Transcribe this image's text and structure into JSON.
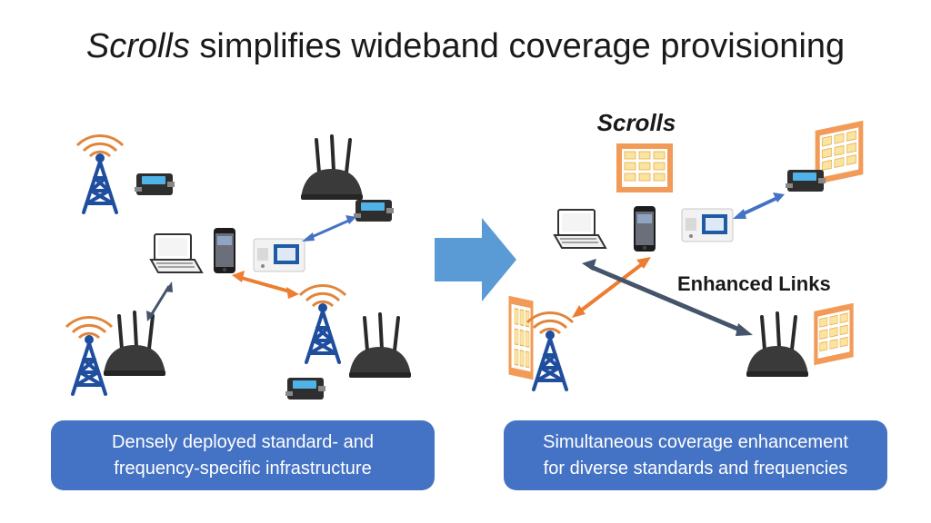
{
  "title": {
    "italic": "Scrolls",
    "rest": " simplifies wideband coverage provisioning"
  },
  "right_panel": {
    "scrolls_label": "Scrolls",
    "links_label": "Enhanced Links"
  },
  "captions": {
    "left_line1": "Densely deployed standard- and",
    "left_line2": "frequency-specific infrastructure",
    "right_line1": "Simultaneous coverage enhancement",
    "right_line2": "for diverse standards and frequencies"
  },
  "colors": {
    "tower": "#1f4e9e",
    "signal": "#e2853a",
    "caption_bg": "#4472c4",
    "arrow_blue": "#5b9bd5",
    "arrow_orange": "#ed7d31",
    "arrow_navy": "#44546a",
    "scroll_frame": "#f29b58",
    "scroll_cell": "#fbe3a0"
  }
}
